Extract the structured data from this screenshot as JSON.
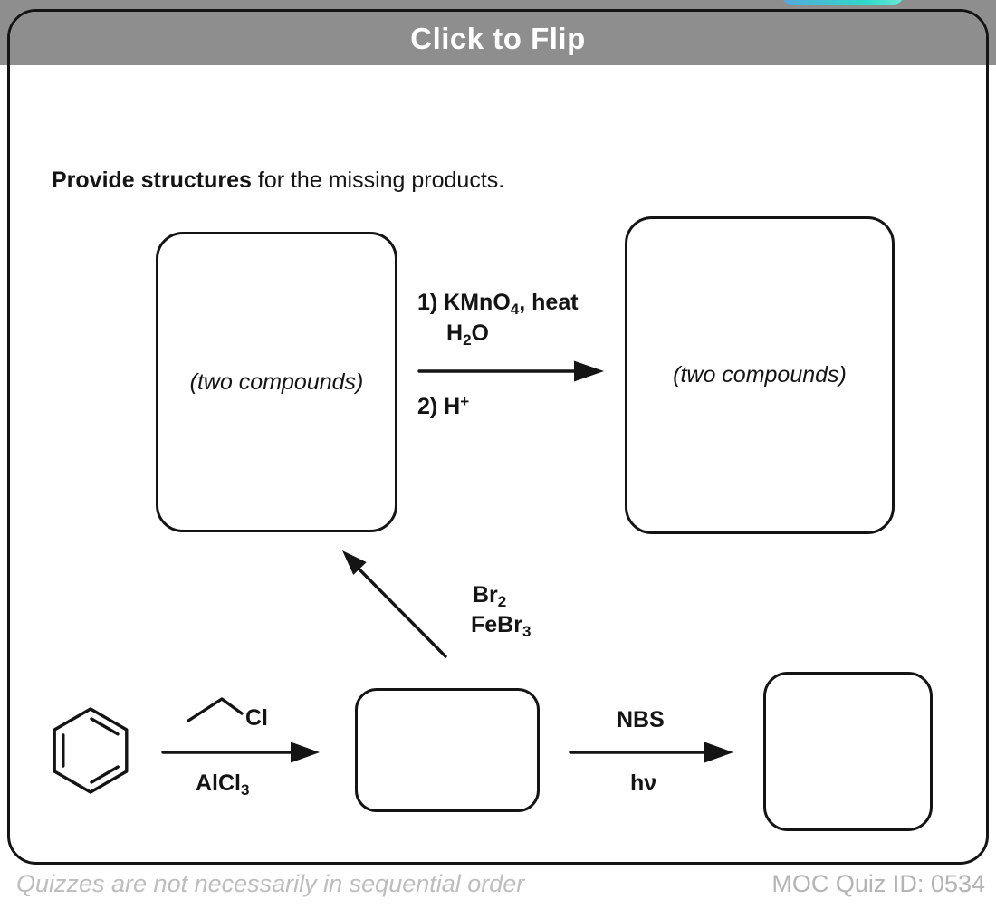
{
  "colors": {
    "header-gray": "#8e8e8e",
    "ink": "#141414",
    "footer-gray": "#bdbdbd",
    "flip-blue": "#55a8dc",
    "flip-teal": "#2fd9c8"
  },
  "flip_card": {
    "header_title": "Click to Flip"
  },
  "instruction": {
    "bold_text": "Provide structures",
    "regular_text": " for the missing products."
  },
  "scheme": {
    "boxes": {
      "top_left": {
        "label": "(two compounds)"
      },
      "top_right": {
        "label": "(two compounds)"
      },
      "bottom_middle": {
        "label": ""
      },
      "bottom_right": {
        "label": ""
      }
    },
    "reagents": {
      "oxidation_step1_prefix": "1) KMnO",
      "oxidation_step1_sub": "4",
      "oxidation_step1_suffix": ", heat",
      "oxidation_solvent_prefix": "H",
      "oxidation_solvent_sub": "2",
      "oxidation_solvent_suffix": "O",
      "oxidation_step2_prefix": "2) H",
      "oxidation_step2_sup": "+",
      "bromination_reagent_prefix": "Br",
      "bromination_reagent_sub": "2",
      "bromination_catalyst_prefix": "FeBr",
      "bromination_catalyst_sub": "3",
      "alkylation_halide_label": "Cl",
      "alkylation_catalyst_prefix": "AlCl",
      "alkylation_catalyst_sub": "3",
      "radical_reagent": "NBS",
      "radical_conditions_prefix": "h",
      "radical_conditions_nu": "ν"
    },
    "start_material": "benzene"
  },
  "footer": {
    "left_note": "Quizzes are not necessarily in sequential order",
    "right_id": "MOC Quiz ID: 0534"
  }
}
